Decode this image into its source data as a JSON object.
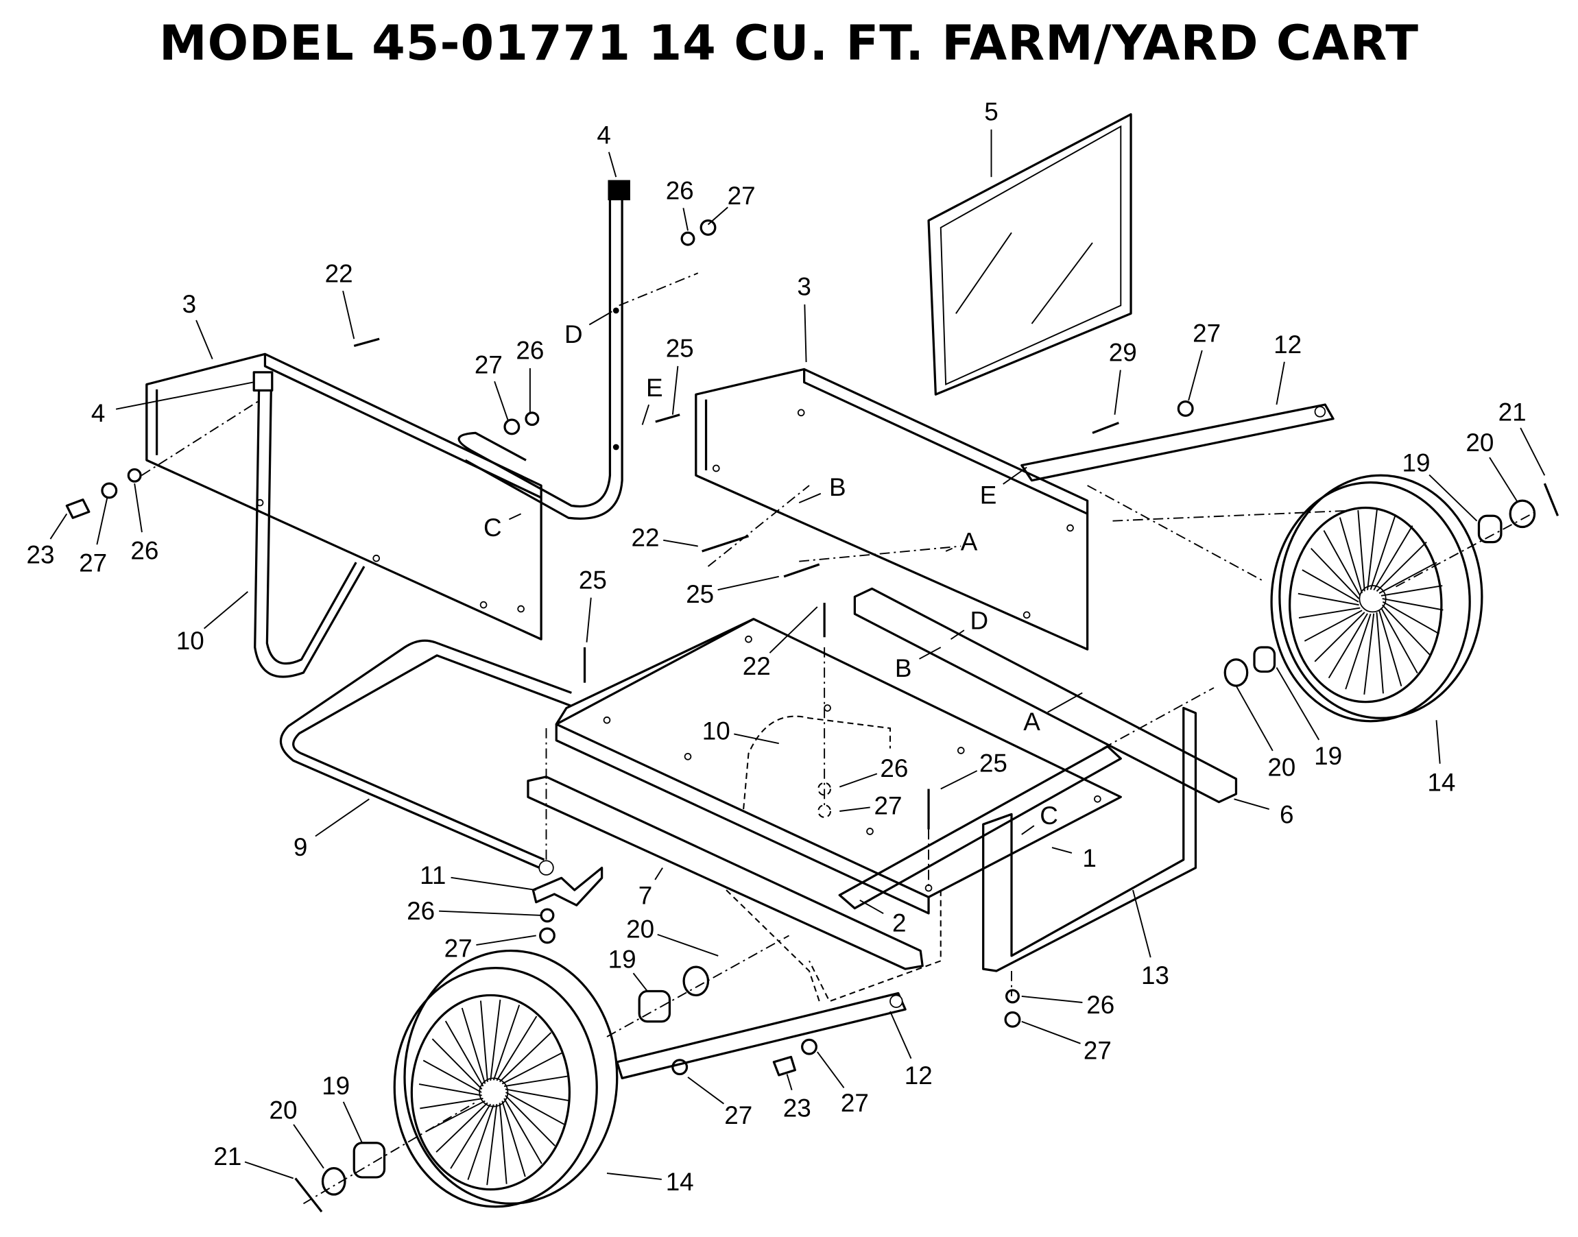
{
  "title": "MODEL 45-01771 14 CU. FT. FARM/YARD CART",
  "callouts": [
    "4",
    "26",
    "27",
    "5",
    "22",
    "3",
    "3",
    "D",
    "27",
    "26",
    "25",
    "E",
    "29",
    "27",
    "12",
    "4",
    "21",
    "20",
    "19",
    "B",
    "E",
    "23",
    "27",
    "26",
    "C",
    "22",
    "A",
    "25",
    "25",
    "10",
    "22",
    "D",
    "B",
    "A",
    "10",
    "26",
    "25",
    "20",
    "19",
    "14",
    "27",
    "6",
    "C",
    "9",
    "1",
    "11",
    "26",
    "7",
    "2",
    "27",
    "20",
    "13",
    "19",
    "26",
    "27",
    "12",
    "19",
    "20",
    "27",
    "23",
    "27",
    "21",
    "14"
  ]
}
